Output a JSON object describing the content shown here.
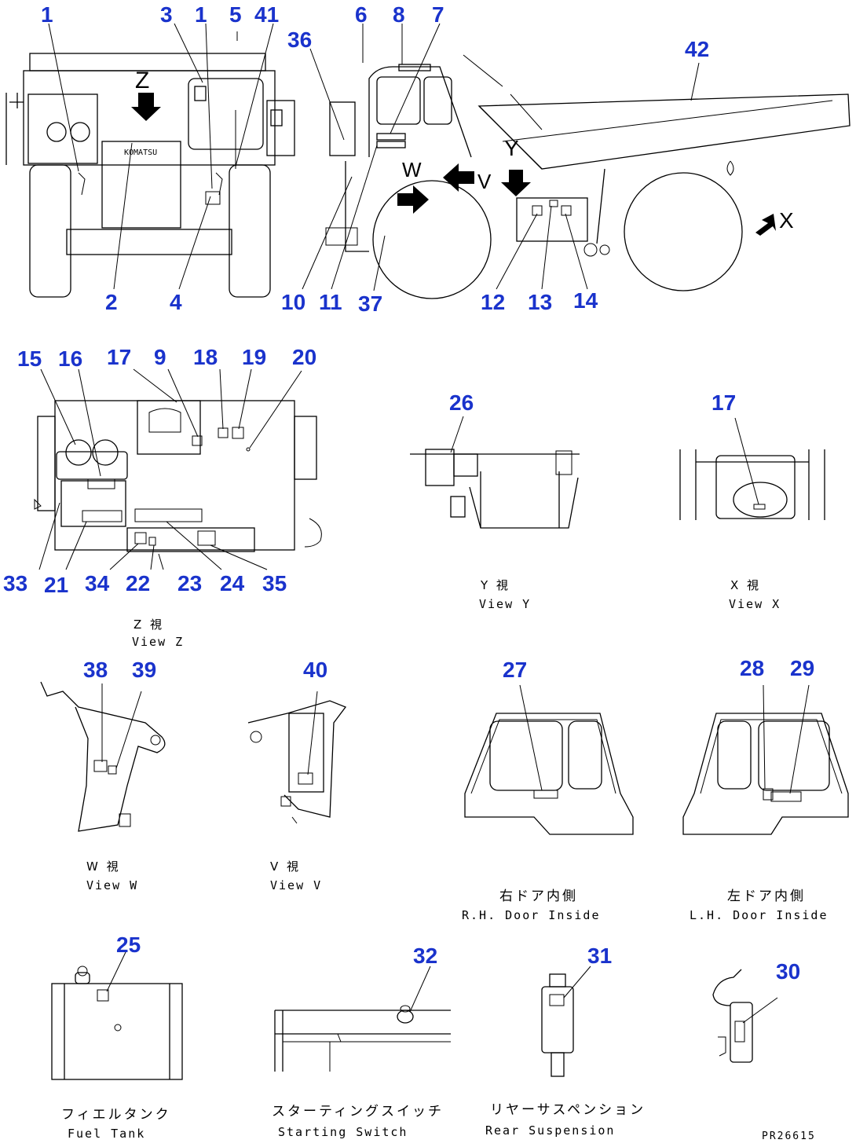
{
  "main_view": {
    "callouts": [
      {
        "id": "c-1a",
        "text": "1"
      },
      {
        "id": "c-3",
        "text": "3"
      },
      {
        "id": "c-1b",
        "text": "1"
      },
      {
        "id": "c-5",
        "text": "5"
      },
      {
        "id": "c-41",
        "text": "41"
      },
      {
        "id": "c-36",
        "text": "36"
      },
      {
        "id": "c-6",
        "text": "6"
      },
      {
        "id": "c-8",
        "text": "8"
      },
      {
        "id": "c-7",
        "text": "7"
      },
      {
        "id": "c-42",
        "text": "42"
      },
      {
        "id": "c-2",
        "text": "2"
      },
      {
        "id": "c-4",
        "text": "4"
      },
      {
        "id": "c-10",
        "text": "10"
      },
      {
        "id": "c-11",
        "text": "11"
      },
      {
        "id": "c-37",
        "text": "37"
      },
      {
        "id": "c-12",
        "text": "12"
      },
      {
        "id": "c-13",
        "text": "13"
      },
      {
        "id": "c-14",
        "text": "14"
      }
    ],
    "arrow_letters": {
      "z": "Z",
      "y": "Y",
      "w": "W",
      "v": "V",
      "x": "X"
    },
    "grille_logo": "KOMATSU"
  },
  "view_z": {
    "callouts": [
      {
        "id": "c-15",
        "text": "15"
      },
      {
        "id": "c-16",
        "text": "16"
      },
      {
        "id": "c-17a",
        "text": "17"
      },
      {
        "id": "c-9",
        "text": "9"
      },
      {
        "id": "c-18",
        "text": "18"
      },
      {
        "id": "c-19",
        "text": "19"
      },
      {
        "id": "c-20",
        "text": "20"
      },
      {
        "id": "c-33",
        "text": "33"
      },
      {
        "id": "c-21",
        "text": "21"
      },
      {
        "id": "c-34",
        "text": "34"
      },
      {
        "id": "c-22",
        "text": "22"
      },
      {
        "id": "c-23",
        "text": "23"
      },
      {
        "id": "c-24",
        "text": "24"
      },
      {
        "id": "c-35",
        "text": "35"
      }
    ],
    "label_jp": "Z  視",
    "label_en": "View Z"
  },
  "view_y": {
    "callouts": [
      {
        "id": "c-26",
        "text": "26"
      }
    ],
    "label_jp": "Y  視",
    "label_en": "View Y"
  },
  "view_x": {
    "callouts": [
      {
        "id": "c-17b",
        "text": "17"
      }
    ],
    "label_jp": "X  視",
    "label_en": "View X"
  },
  "view_w": {
    "callouts": [
      {
        "id": "c-38",
        "text": "38"
      },
      {
        "id": "c-39",
        "text": "39"
      }
    ],
    "label_jp": "W  視",
    "label_en": "View W"
  },
  "view_v": {
    "callouts": [
      {
        "id": "c-40",
        "text": "40"
      }
    ],
    "label_jp": "V  視",
    "label_en": "View V"
  },
  "rh_door": {
    "callouts": [
      {
        "id": "c-27",
        "text": "27"
      }
    ],
    "label_jp": "右ドア内側",
    "label_en": "R.H. Door Inside"
  },
  "lh_door": {
    "callouts": [
      {
        "id": "c-28",
        "text": "28"
      },
      {
        "id": "c-29",
        "text": "29"
      }
    ],
    "label_jp": "左ドア内側",
    "label_en": "L.H. Door Inside"
  },
  "fuel_tank": {
    "callouts": [
      {
        "id": "c-25",
        "text": "25"
      }
    ],
    "label_jp": "フィエルタンク",
    "label_en": "Fuel Tank"
  },
  "starting_switch": {
    "callouts": [
      {
        "id": "c-32",
        "text": "32"
      }
    ],
    "label_jp": "スターティングスイッチ",
    "label_en": "Starting Switch"
  },
  "rear_suspension": {
    "callouts": [
      {
        "id": "c-31",
        "text": "31"
      }
    ],
    "label_jp": "リヤーサスペンション",
    "label_en": "Rear Suspension"
  },
  "component_30": {
    "callouts": [
      {
        "id": "c-30",
        "text": "30"
      }
    ]
  },
  "drawing_code": "PR26615"
}
